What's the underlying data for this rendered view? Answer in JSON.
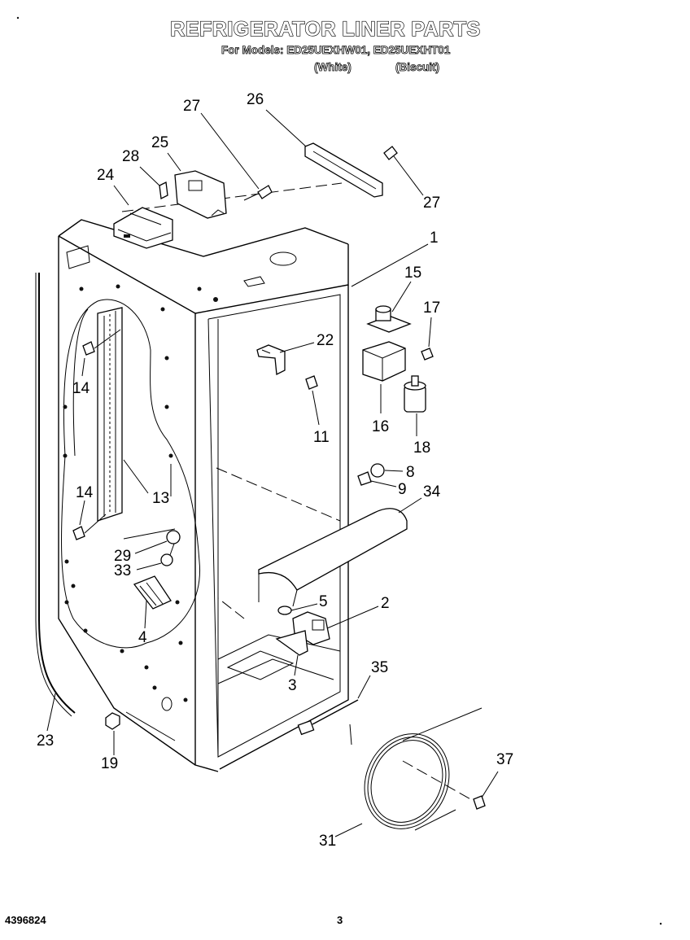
{
  "header": {
    "title": "REFRIGERATOR LINER PARTS",
    "models_line": "For Models: ED25UEXHW01, ED25UEXHT01",
    "variant_white": "(White)",
    "variant_biscuit": "(Biscuit)"
  },
  "callouts": [
    {
      "id": "c27a",
      "text": "27"
    },
    {
      "id": "c26",
      "text": "26"
    },
    {
      "id": "c25",
      "text": "25"
    },
    {
      "id": "c28",
      "text": "28"
    },
    {
      "id": "c24",
      "text": "24"
    },
    {
      "id": "c27b",
      "text": "27"
    },
    {
      "id": "c1",
      "text": "1"
    },
    {
      "id": "c15",
      "text": "15"
    },
    {
      "id": "c17",
      "text": "17"
    },
    {
      "id": "c22",
      "text": "22"
    },
    {
      "id": "c14a",
      "text": "14"
    },
    {
      "id": "c16",
      "text": "16"
    },
    {
      "id": "c11",
      "text": "11"
    },
    {
      "id": "c18",
      "text": "18"
    },
    {
      "id": "c13",
      "text": "13"
    },
    {
      "id": "c8",
      "text": "8"
    },
    {
      "id": "c9",
      "text": "9"
    },
    {
      "id": "c14b",
      "text": "14"
    },
    {
      "id": "c34",
      "text": "34"
    },
    {
      "id": "c29",
      "text": "29"
    },
    {
      "id": "c33",
      "text": "33"
    },
    {
      "id": "c5",
      "text": "5"
    },
    {
      "id": "c2",
      "text": "2"
    },
    {
      "id": "c4",
      "text": "4"
    },
    {
      "id": "c3",
      "text": "3"
    },
    {
      "id": "c35",
      "text": "35"
    },
    {
      "id": "c23",
      "text": "23"
    },
    {
      "id": "c19",
      "text": "19"
    },
    {
      "id": "c37",
      "text": "37"
    },
    {
      "id": "c31",
      "text": "31"
    }
  ],
  "footer": {
    "doc_number": "4396824",
    "page_number": "3"
  }
}
